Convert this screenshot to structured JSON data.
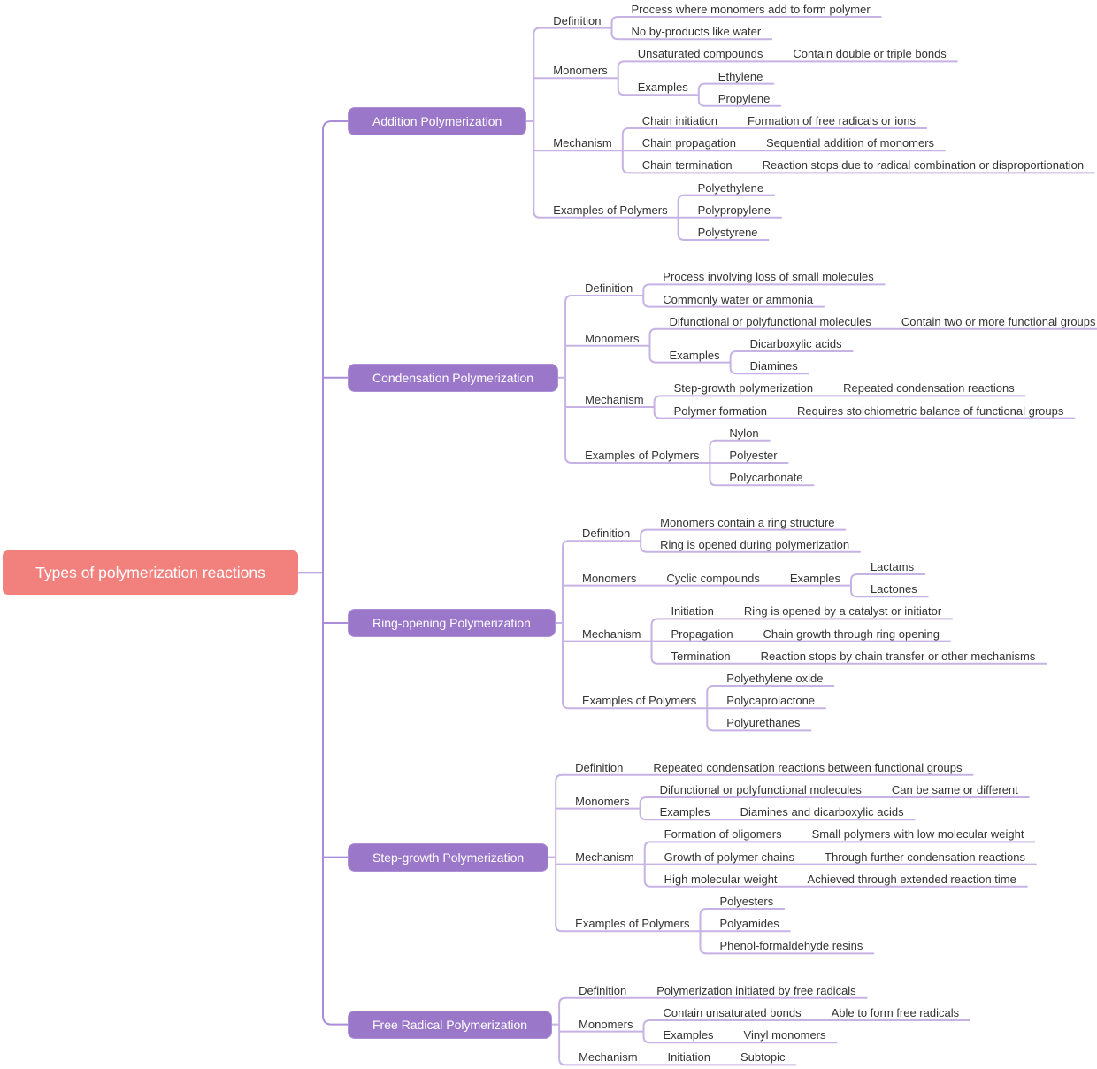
{
  "colors": {
    "root_fill": "#F2817E",
    "branch_fill": "#9A77C8",
    "branch_border": "#AB90D6",
    "trunk_line": "#AB8CD8",
    "line": "#C6B2E4",
    "text": "#333333"
  },
  "root": {
    "label": "Types of polymerization reactions"
  },
  "branches": [
    {
      "label": "Addition Polymerization",
      "children": [
        {
          "label": "Definition",
          "children": [
            {
              "label": "Process where monomers add to form polymer"
            },
            {
              "label": "No by-products like water"
            }
          ]
        },
        {
          "label": "Monomers",
          "children": [
            {
              "label": "Unsaturated compounds",
              "children": [
                {
                  "label": "Contain double or triple bonds"
                }
              ]
            },
            {
              "label": "Examples",
              "children": [
                {
                  "label": "Ethylene"
                },
                {
                  "label": "Propylene"
                }
              ]
            }
          ]
        },
        {
          "label": "Mechanism",
          "children": [
            {
              "label": "Chain initiation",
              "children": [
                {
                  "label": "Formation of free radicals or ions"
                }
              ]
            },
            {
              "label": "Chain propagation",
              "children": [
                {
                  "label": "Sequential addition of monomers"
                }
              ]
            },
            {
              "label": "Chain termination",
              "children": [
                {
                  "label": "Reaction stops due to radical combination or disproportionation"
                }
              ]
            }
          ]
        },
        {
          "label": "Examples of Polymers",
          "children": [
            {
              "label": "Polyethylene"
            },
            {
              "label": "Polypropylene"
            },
            {
              "label": "Polystyrene"
            }
          ]
        }
      ]
    },
    {
      "label": "Condensation Polymerization",
      "children": [
        {
          "label": "Definition",
          "children": [
            {
              "label": "Process involving loss of small molecules"
            },
            {
              "label": "Commonly water or ammonia"
            }
          ]
        },
        {
          "label": "Monomers",
          "children": [
            {
              "label": "Difunctional or polyfunctional molecules",
              "children": [
                {
                  "label": "Contain two or more functional groups"
                }
              ]
            },
            {
              "label": "Examples",
              "children": [
                {
                  "label": "Dicarboxylic acids"
                },
                {
                  "label": "Diamines"
                }
              ]
            }
          ]
        },
        {
          "label": "Mechanism",
          "children": [
            {
              "label": "Step-growth polymerization",
              "children": [
                {
                  "label": "Repeated condensation reactions"
                }
              ]
            },
            {
              "label": "Polymer formation",
              "children": [
                {
                  "label": "Requires stoichiometric balance of functional groups"
                }
              ]
            }
          ]
        },
        {
          "label": "Examples of Polymers",
          "children": [
            {
              "label": "Nylon"
            },
            {
              "label": "Polyester"
            },
            {
              "label": "Polycarbonate"
            }
          ]
        }
      ]
    },
    {
      "label": "Ring-opening Polymerization",
      "children": [
        {
          "label": "Definition",
          "children": [
            {
              "label": "Monomers contain a ring structure"
            },
            {
              "label": "Ring is opened during polymerization"
            }
          ]
        },
        {
          "label": "Monomers",
          "children": [
            {
              "label": "Cyclic compounds",
              "children": [
                {
                  "label": "Examples",
                  "children": [
                    {
                      "label": "Lactams"
                    },
                    {
                      "label": "Lactones"
                    }
                  ]
                }
              ]
            }
          ]
        },
        {
          "label": "Mechanism",
          "children": [
            {
              "label": "Initiation",
              "children": [
                {
                  "label": "Ring is opened by a catalyst or initiator"
                }
              ]
            },
            {
              "label": "Propagation",
              "children": [
                {
                  "label": "Chain growth through ring opening"
                }
              ]
            },
            {
              "label": "Termination",
              "children": [
                {
                  "label": "Reaction stops by chain transfer or other mechanisms"
                }
              ]
            }
          ]
        },
        {
          "label": "Examples of Polymers",
          "children": [
            {
              "label": "Polyethylene oxide"
            },
            {
              "label": "Polycaprolactone"
            },
            {
              "label": "Polyurethanes"
            }
          ]
        }
      ]
    },
    {
      "label": "Step-growth Polymerization",
      "children": [
        {
          "label": "Definition",
          "children": [
            {
              "label": "Repeated condensation reactions between functional groups"
            }
          ]
        },
        {
          "label": "Monomers",
          "children": [
            {
              "label": "Difunctional or polyfunctional molecules",
              "children": [
                {
                  "label": "Can be same or different"
                }
              ]
            },
            {
              "label": "Examples",
              "children": [
                {
                  "label": "Diamines and dicarboxylic acids"
                }
              ]
            }
          ]
        },
        {
          "label": "Mechanism",
          "children": [
            {
              "label": "Formation of oligomers",
              "children": [
                {
                  "label": "Small polymers with low molecular weight"
                }
              ]
            },
            {
              "label": "Growth of polymer chains",
              "children": [
                {
                  "label": "Through further condensation reactions"
                }
              ]
            },
            {
              "label": "High molecular weight",
              "children": [
                {
                  "label": "Achieved through extended reaction time"
                }
              ]
            }
          ]
        },
        {
          "label": "Examples of Polymers",
          "children": [
            {
              "label": "Polyesters"
            },
            {
              "label": "Polyamides"
            },
            {
              "label": "Phenol-formaldehyde resins"
            }
          ]
        }
      ]
    },
    {
      "label": "Free Radical Polymerization",
      "children": [
        {
          "label": "Definition",
          "children": [
            {
              "label": "Polymerization initiated by free radicals"
            }
          ]
        },
        {
          "label": "Monomers",
          "children": [
            {
              "label": "Contain unsaturated bonds",
              "children": [
                {
                  "label": "Able to form free radicals"
                }
              ]
            },
            {
              "label": "Examples",
              "children": [
                {
                  "label": "Vinyl monomers"
                }
              ]
            }
          ]
        },
        {
          "label": "Mechanism",
          "children": [
            {
              "label": "Initiation",
              "children": [
                {
                  "label": "Subtopic"
                }
              ]
            }
          ]
        }
      ]
    }
  ]
}
